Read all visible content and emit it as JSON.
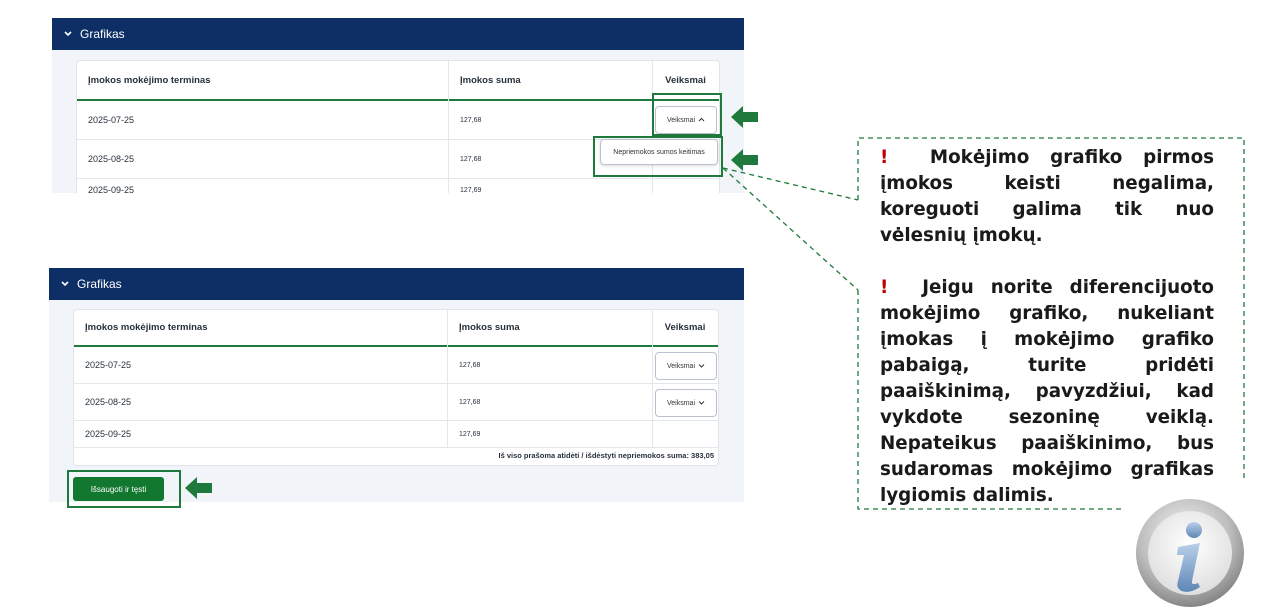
{
  "colors": {
    "header": "#0e2f66",
    "accent_green": "#1e7a3c",
    "alert_red": "#c00000"
  },
  "top_panel": {
    "title": "Grafikas",
    "columns": [
      "Įmokos mokėjimo terminas",
      "Įmokos suma",
      "Veiksmai"
    ],
    "rows": [
      {
        "date": "2025-07-25",
        "amount": "127,68",
        "action": "Veiksmai"
      },
      {
        "date": "2025-08-25",
        "amount": "127,68"
      },
      {
        "date": "2025-09-25",
        "amount": "127,69"
      }
    ],
    "dropdown_option": "Nepriemokos sumos keitimas"
  },
  "bottom_panel": {
    "title": "Grafikas",
    "columns": [
      "Įmokos mokėjimo terminas",
      "Įmokos suma",
      "Veiksmai"
    ],
    "rows": [
      {
        "date": "2025-07-25",
        "amount": "127,68",
        "action": "Veiksmai"
      },
      {
        "date": "2025-08-25",
        "amount": "127,68",
        "action": "Veiksmai"
      },
      {
        "date": "2025-09-25",
        "amount": "127,69",
        "action": ""
      }
    ],
    "total": "Iš viso prašoma atidėti / išdėstyti nepriemokos suma: 383,05",
    "save_button": "Išsaugoti ir tęsti"
  },
  "note": {
    "mark": "!",
    "paragraph1": "Mokėjimo grafiko pirmos įmokos keisti negalima, koreguoti galima tik nuo vėlesnių įmokų.",
    "paragraph2": "Jeigu norite diferencijuoto mokėjimo grafiko, nukeliant įmokas į mokėjimo grafiko pabaigą, turite pridėti paaiškinimą, pavyzdžiui, kad vykdote sezoninę veiklą. Nepateikus paaiškinimo, bus sudaromas mokėjimo grafikas lygiomis dalimis."
  },
  "icons": {
    "info": "info-icon",
    "arrow": "arrow-left-icon",
    "chevron": "chevron-down-icon"
  }
}
